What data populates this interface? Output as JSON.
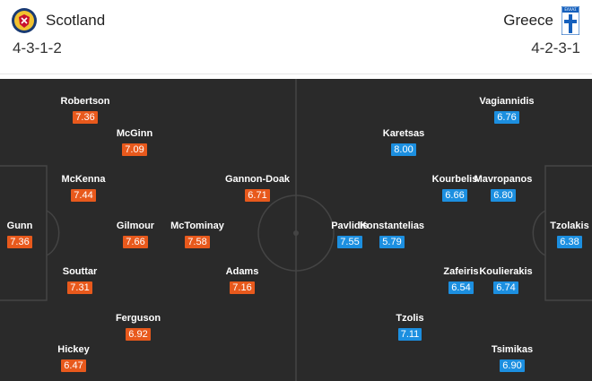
{
  "home": {
    "name": "Scotland",
    "formation": "4-3-1-2",
    "rating_color": "#e8591c",
    "players": [
      {
        "name": "Gunn",
        "rating": "7.36"
      },
      {
        "name": "Robertson",
        "rating": "7.36"
      },
      {
        "name": "McKenna",
        "rating": "7.44"
      },
      {
        "name": "Souttar",
        "rating": "7.31"
      },
      {
        "name": "Hickey",
        "rating": "6.47"
      },
      {
        "name": "McGinn",
        "rating": "7.09"
      },
      {
        "name": "Gilmour",
        "rating": "7.66"
      },
      {
        "name": "Ferguson",
        "rating": "6.92"
      },
      {
        "name": "McTominay",
        "rating": "7.58"
      },
      {
        "name": "Gannon-Doak",
        "rating": "6.71"
      },
      {
        "name": "Adams",
        "rating": "7.16"
      }
    ]
  },
  "away": {
    "name": "Greece",
    "formation": "4-2-3-1",
    "crest_text": "ΕΛΛΑΣ",
    "rating_color": "#1c8fe0",
    "players": [
      {
        "name": "Tzolakis",
        "rating": "6.38"
      },
      {
        "name": "Vagiannidis",
        "rating": "6.76"
      },
      {
        "name": "Mavropanos",
        "rating": "6.80"
      },
      {
        "name": "Koulierakis",
        "rating": "6.74"
      },
      {
        "name": "Tsimikas",
        "rating": "6.90"
      },
      {
        "name": "Kourbelis",
        "rating": "6.66"
      },
      {
        "name": "Zafeiris",
        "rating": "6.54"
      },
      {
        "name": "Karetsas",
        "rating": "8.00"
      },
      {
        "name": "Konstantelias",
        "rating": "5.79"
      },
      {
        "name": "Tzolis",
        "rating": "7.11"
      },
      {
        "name": "Pavlidis",
        "rating": "7.55"
      }
    ]
  }
}
